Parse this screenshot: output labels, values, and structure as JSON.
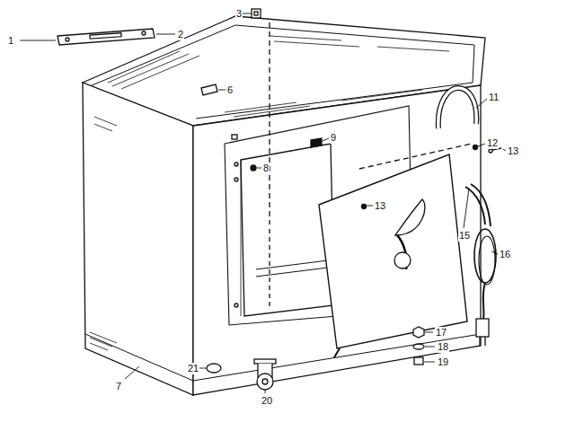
{
  "diagram": {
    "labels": [
      "1",
      "2",
      "3",
      "6",
      "11",
      "9",
      "8",
      "12",
      "13",
      "13",
      "15",
      "16",
      "17",
      "18",
      "19",
      "20",
      "21",
      "7"
    ]
  }
}
